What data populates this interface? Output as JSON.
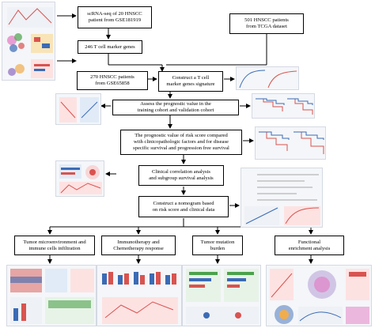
{
  "boxes": {
    "scrna": "scRNA-seq of 20 HNSCC\npatient from GSE181919",
    "tcga": "501 HNSCC patients\nfrom TCGA dataset",
    "marker_genes": "246 T cell marker genes",
    "gse65858": "270 HNSCC patients\nfrom GSE65858",
    "signature": "Construct a T cell\nmarker genes signature",
    "assess": "Assess the prognostic value in the\ntraining cohort and validation cohort",
    "prognostic_value": "The prognostic value of risk score compared\nwith clinicopathologic factors and for disease\nspecific survival and progression free survival",
    "clinical": "Clinical correlation analysis\nand subgroup survival analysis",
    "nomogram": "Construct a nomogram based\non risk score and clinical data",
    "tme": "Tumor microenvironment and\nimmune cells infiltration",
    "immuno": "Immunotherapy and\nChemotherapy response",
    "mutation": "Tumor mutation\nburden",
    "functional": "Functional\nenrichment analysis"
  },
  "colors": {
    "border": "#000000",
    "red": "#d9534f",
    "blue": "#3b6bb5",
    "green": "#4ca24c",
    "pink": "#e377c2",
    "purple": "#8e6bbf"
  }
}
